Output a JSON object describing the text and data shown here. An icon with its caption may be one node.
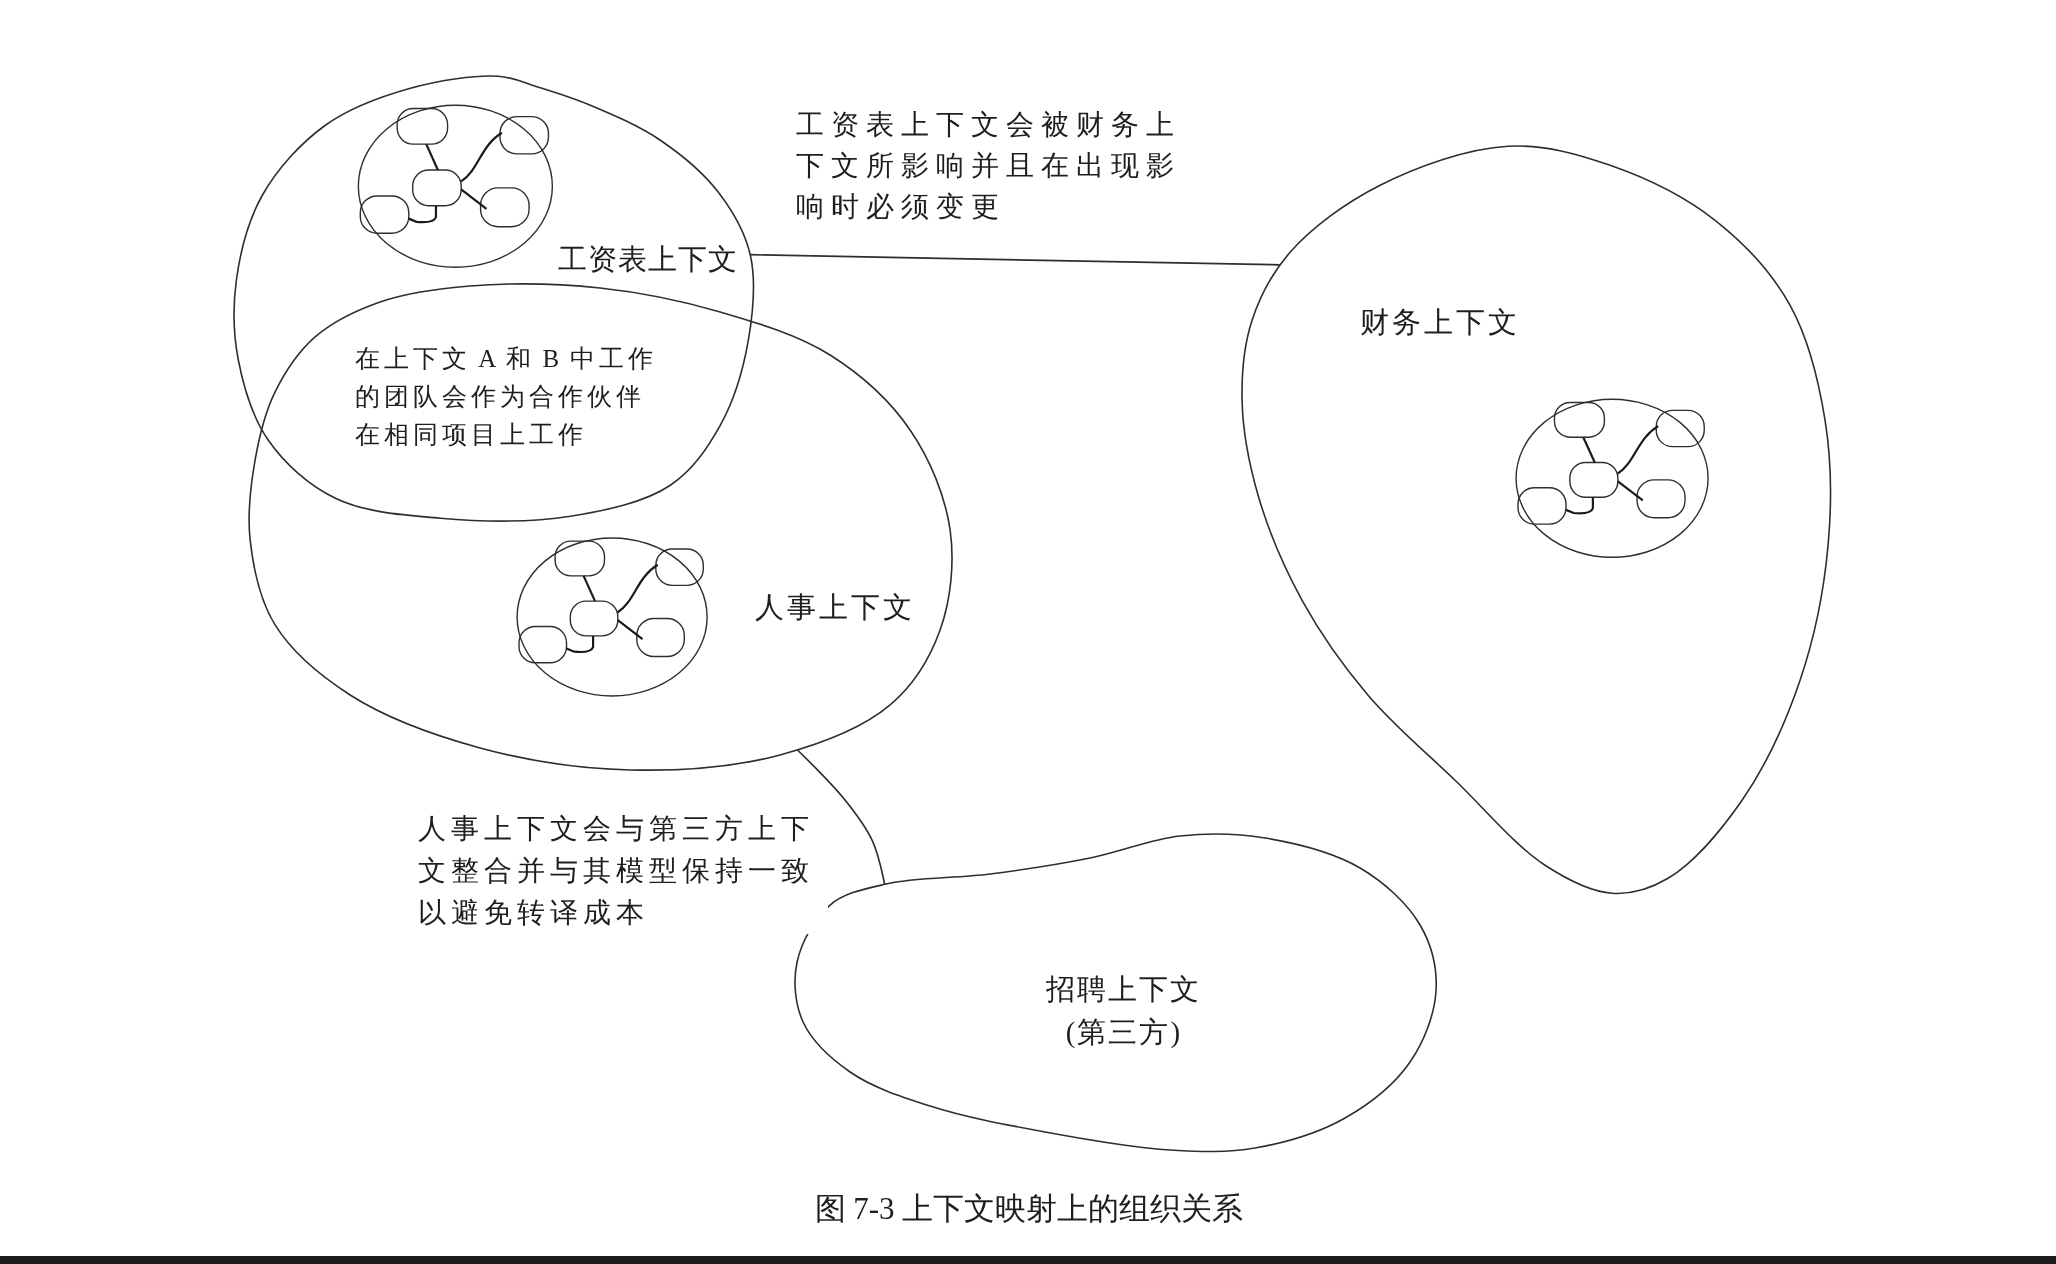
{
  "diagram": {
    "caption": "图 7-3 上下文映射上的组织关系",
    "nodes": [
      {
        "text": [
          "工资表上下文"
        ]
      },
      {
        "text": [
          "财务上下文"
        ]
      },
      {
        "text": [
          "人事上下文"
        ]
      },
      {
        "text": [
          "招聘上下文 (第三方)"
        ]
      }
    ],
    "edges": [
      {
        "from": 0,
        "to": 1,
        "arrow": "none",
        "label": "工资表上下文会被财务上下文所影响并且在出现影响时必须变更"
      },
      {
        "from": 2,
        "to": 3,
        "arrow": "none",
        "label": "人事上下文会与第三方上下文整合并与其模型保持一致以避免转译成本"
      }
    ],
    "labels": [
      "在上下文 A 和 B 中工作的团队会作为合作伙伴在相同项目上工作"
    ]
  }
}
